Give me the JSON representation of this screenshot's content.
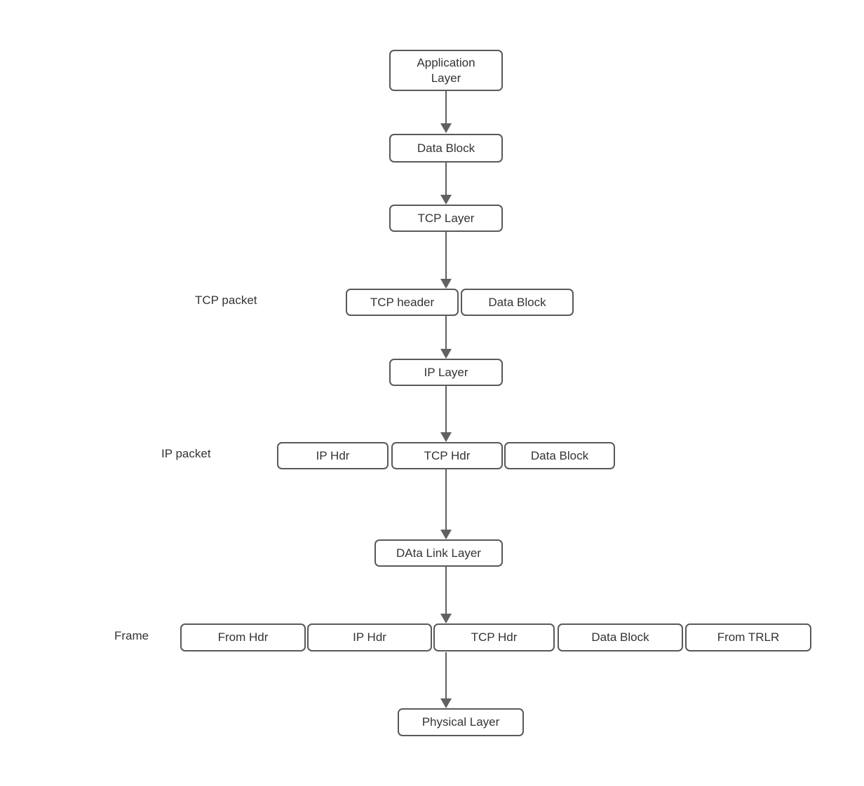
{
  "diagram": {
    "description": "TCP/IP data encapsulation flow diagram",
    "colors": {
      "background": "#ffffff",
      "box_border": "#595959",
      "box_fill": "#ffffff",
      "arrow": "#616161",
      "text": "#333333"
    },
    "nodes": {
      "application_layer": "Application\nLayer",
      "data_block_top": "Data Block",
      "tcp_layer": "TCP Layer",
      "ip_layer": "IP Layer",
      "data_link_layer": "DAta Link Layer",
      "physical_layer": "Physical Layer"
    },
    "rows": {
      "tcp_packet": {
        "label": "TCP packet",
        "cells": [
          "TCP header",
          "Data Block"
        ]
      },
      "ip_packet": {
        "label": "IP packet",
        "cells": [
          "IP Hdr",
          "TCP Hdr",
          "Data Block"
        ]
      },
      "frame": {
        "label": "Frame",
        "cells": [
          "From Hdr",
          "IP Hdr",
          "TCP Hdr",
          "Data Block",
          "From TRLR"
        ]
      }
    }
  }
}
